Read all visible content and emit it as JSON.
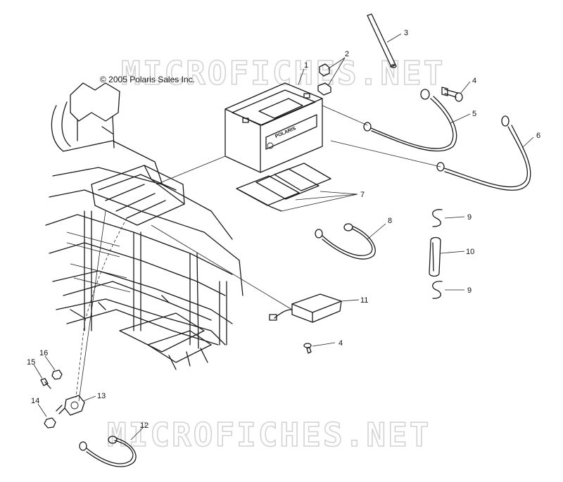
{
  "copyright": "© 2005 Polaris Sales Inc.",
  "watermark": "MICROFICHES.NET",
  "battery_brand": "POLARIS",
  "callouts": [
    {
      "id": "c1",
      "label": "1"
    },
    {
      "id": "c2",
      "label": "2"
    },
    {
      "id": "c3",
      "label": "3"
    },
    {
      "id": "c4a",
      "label": "4"
    },
    {
      "id": "c4b",
      "label": "4"
    },
    {
      "id": "c5",
      "label": "5"
    },
    {
      "id": "c6",
      "label": "6"
    },
    {
      "id": "c7",
      "label": "7"
    },
    {
      "id": "c8",
      "label": "8"
    },
    {
      "id": "c9a",
      "label": "9"
    },
    {
      "id": "c9b",
      "label": "9"
    },
    {
      "id": "c10",
      "label": "10"
    },
    {
      "id": "c11",
      "label": "11"
    },
    {
      "id": "c12",
      "label": "12"
    },
    {
      "id": "c13",
      "label": "13"
    },
    {
      "id": "c14",
      "label": "14"
    },
    {
      "id": "c15",
      "label": "15"
    },
    {
      "id": "c16",
      "label": "16"
    }
  ]
}
